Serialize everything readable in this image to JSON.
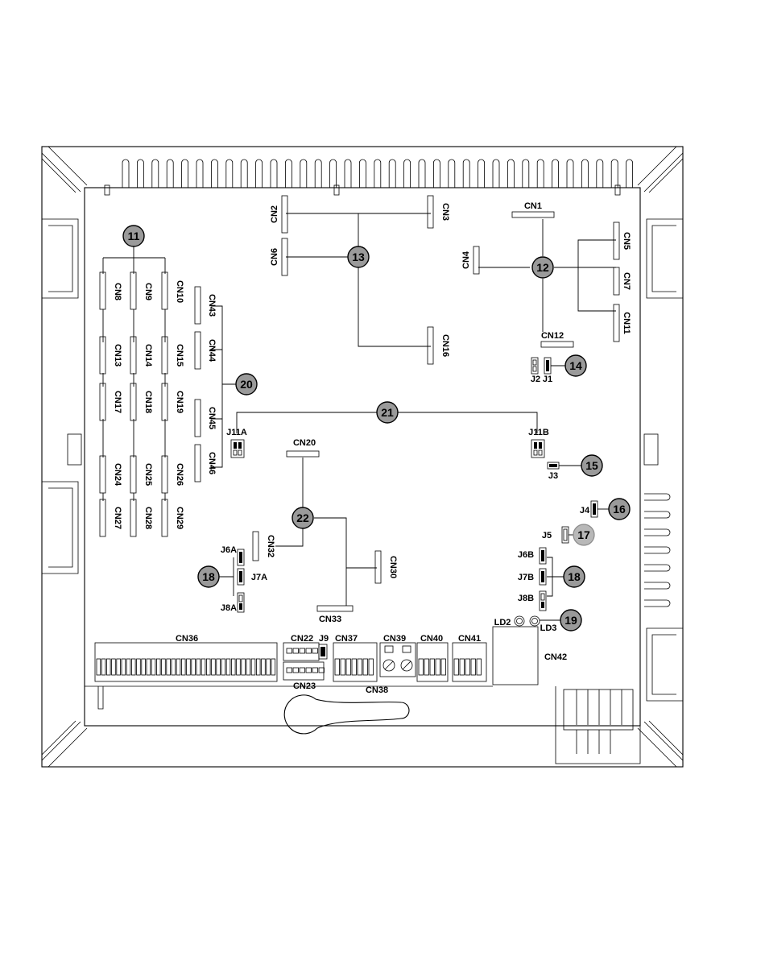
{
  "connectors": {
    "cn1": "CN1",
    "cn2": "CN2",
    "cn3": "CN3",
    "cn4": "CN4",
    "cn5": "CN5",
    "cn6": "CN6",
    "cn7": "CN7",
    "cn8": "CN8",
    "cn9": "CN9",
    "cn10": "CN10",
    "cn11": "CN11",
    "cn12": "CN12",
    "cn13": "CN13",
    "cn14": "CN14",
    "cn15": "CN15",
    "cn16": "CN16",
    "cn17": "CN17",
    "cn18": "CN18",
    "cn19": "CN19",
    "cn20": "CN20",
    "cn22": "CN22",
    "cn23": "CN23",
    "cn24": "CN24",
    "cn25": "CN25",
    "cn26": "CN26",
    "cn27": "CN27",
    "cn28": "CN28",
    "cn29": "CN29",
    "cn30": "CN30",
    "cn32": "CN32",
    "cn33": "CN33",
    "cn36": "CN36",
    "cn37": "CN37",
    "cn38": "CN38",
    "cn39": "CN39",
    "cn40": "CN40",
    "cn41": "CN41",
    "cn42": "CN42",
    "cn43": "CN43",
    "cn44": "CN44",
    "cn45": "CN45",
    "cn46": "CN46"
  },
  "jumpers": {
    "j1": "J1",
    "j2": "J2",
    "j3": "J3",
    "j4": "J4",
    "j5": "J5",
    "j6a": "J6A",
    "j6b": "J6B",
    "j7a": "J7A",
    "j7b": "J7B",
    "j8a": "J8A",
    "j8b": "J8B",
    "j9": "J9",
    "j11a": "J11A",
    "j11b": "J11B"
  },
  "leds": {
    "ld2": "LD2",
    "ld3": "LD3"
  },
  "callouts": {
    "c11": "11",
    "c12": "12",
    "c13": "13",
    "c14": "14",
    "c15": "15",
    "c16": "16",
    "c17": "17",
    "c18a": "18",
    "c18b": "18",
    "c19": "19",
    "c20": "20",
    "c21": "21",
    "c22": "22"
  },
  "colors": {
    "callout_fill": "#9a9a9a",
    "callout_light": "#b8b8b8",
    "line": "#000000"
  }
}
